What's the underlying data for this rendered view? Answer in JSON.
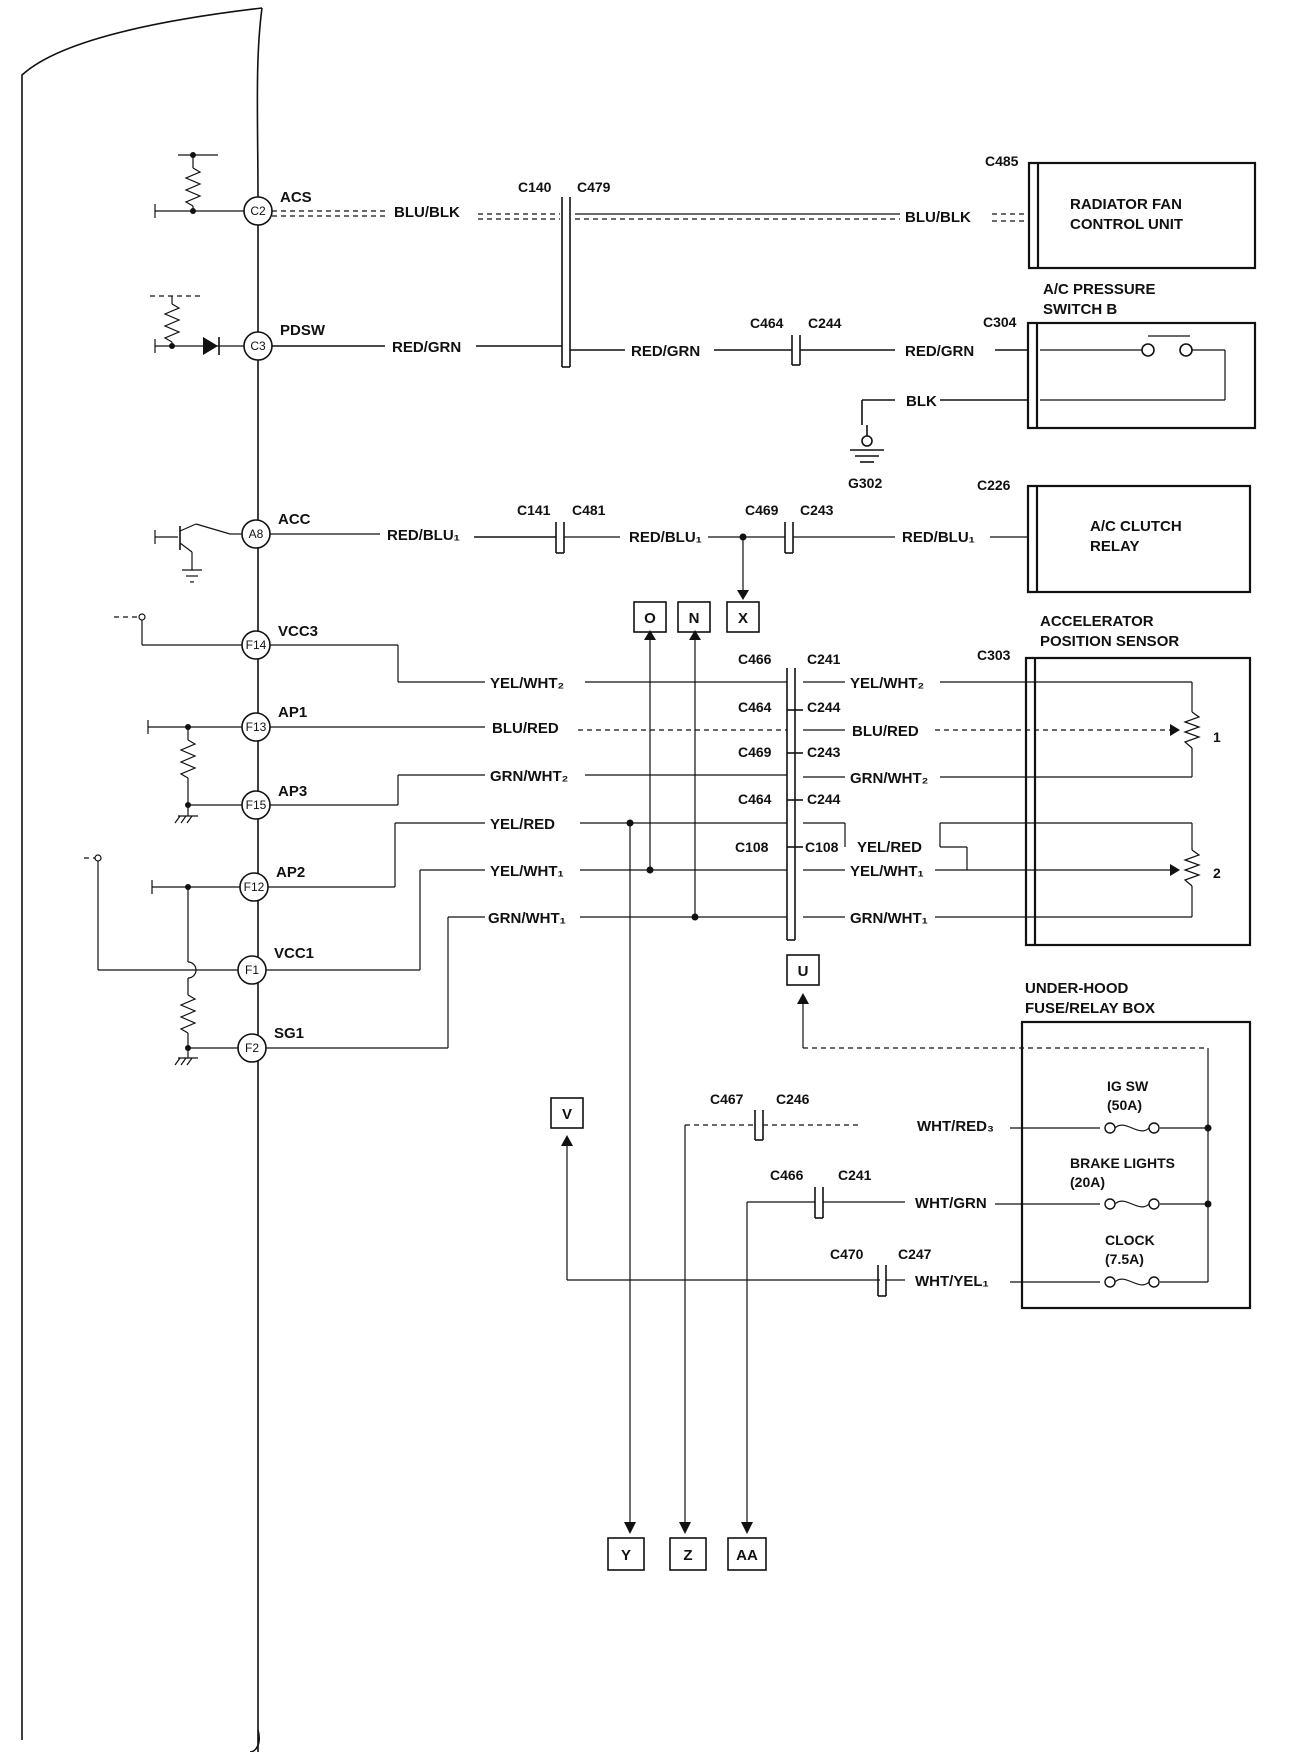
{
  "ecm_pins": [
    {
      "id": "C2",
      "name": "ACS"
    },
    {
      "id": "C3",
      "name": "PDSW"
    },
    {
      "id": "A8",
      "name": "ACC"
    },
    {
      "id": "F14",
      "name": "VCC3"
    },
    {
      "id": "F13",
      "name": "AP1"
    },
    {
      "id": "F15",
      "name": "AP3"
    },
    {
      "id": "F12",
      "name": "AP2"
    },
    {
      "id": "F1",
      "name": "VCC1"
    },
    {
      "id": "F2",
      "name": "SG1"
    }
  ],
  "components": {
    "radiator_fan": {
      "connector": "C485",
      "line1": "RADIATOR FAN",
      "line2": "CONTROL UNIT"
    },
    "ac_pressure_switch": {
      "title1": "A/C PRESSURE",
      "title2": "SWITCH B",
      "connector": "C304"
    },
    "ac_clutch_relay": {
      "connector": "C226",
      "line1": "A/C CLUTCH",
      "line2": "RELAY"
    },
    "accelerator_sensor": {
      "title1": "ACCELERATOR",
      "title2": "POSITION SENSOR",
      "connector": "C303",
      "element1": "1",
      "element2": "2"
    },
    "fuse_box": {
      "title1": "UNDER-HOOD",
      "title2": "FUSE/RELAY BOX",
      "fuse1a": "IG SW",
      "fuse1b": "(50A)",
      "fuse2a": "BRAKE LIGHTS",
      "fuse2b": "(20A)",
      "fuse3a": "CLOCK",
      "fuse3b": "(7.5A)"
    },
    "ground": "G302"
  },
  "connectors": {
    "c140": "C140",
    "c479": "C479",
    "c464a": "C464",
    "c244a": "C244",
    "c141": "C141",
    "c481": "C481",
    "c469a": "C469",
    "c243a": "C243",
    "c466a": "C466",
    "c241a": "C241",
    "c464b": "C464",
    "c244b": "C244",
    "c469b": "C469",
    "c243b": "C243",
    "c464c": "C464",
    "c244c": "C244",
    "c108a": "C108",
    "c108b": "C108",
    "c467": "C467",
    "c246": "C246",
    "c466b": "C466",
    "c241b": "C241",
    "c470": "C470",
    "c247": "C247"
  },
  "wires": {
    "blu_blk_1": "BLU/BLK",
    "blu_blk_2": "BLU/BLK",
    "red_grn_1": "RED/GRN",
    "red_grn_2": "RED/GRN",
    "red_grn_3": "RED/GRN",
    "blk": "BLK",
    "red_blu_1": "RED/BLU₁",
    "red_blu_2": "RED/BLU₁",
    "red_blu_3": "RED/BLU₁",
    "yel_wht2_1": "YEL/WHT₂",
    "yel_wht2_2": "YEL/WHT₂",
    "blu_red_1": "BLU/RED",
    "blu_red_2": "BLU/RED",
    "grn_wht2_1": "GRN/WHT₂",
    "grn_wht2_2": "GRN/WHT₂",
    "yel_red_1": "YEL/RED",
    "yel_red_2": "YEL/RED",
    "yel_wht1_1": "YEL/WHT₁",
    "yel_wht1_2": "YEL/WHT₁",
    "grn_wht1_1": "GRN/WHT₁",
    "grn_wht1_2": "GRN/WHT₁",
    "wht_red3": "WHT/RED₃",
    "wht_grn": "WHT/GRN",
    "wht_yel1": "WHT/YEL₁"
  },
  "terminals": {
    "o": "O",
    "n": "N",
    "x": "X",
    "u": "U",
    "v": "V",
    "y": "Y",
    "z": "Z",
    "aa": "AA"
  }
}
